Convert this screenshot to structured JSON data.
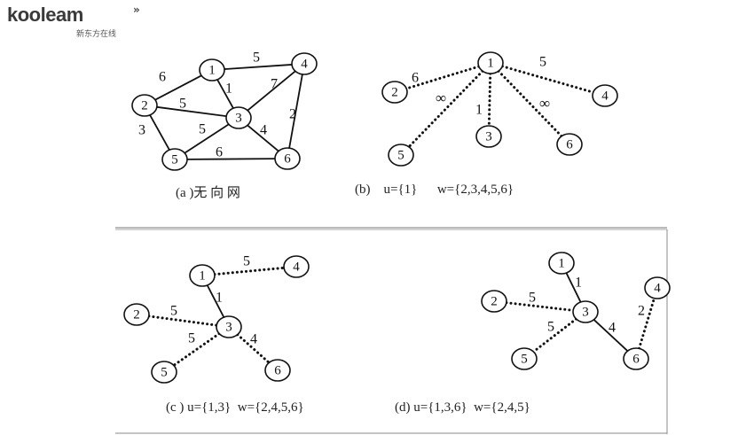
{
  "logo": {
    "wordmark": "kooleam",
    "subtitle": "新东方在线"
  },
  "panels": {
    "a": {
      "caption": "(a )无 向 网",
      "nodes": [
        "1",
        "2",
        "3",
        "4",
        "5",
        "6"
      ],
      "edges": [
        {
          "from": "1",
          "to": "2",
          "weight": "6",
          "style": "solid"
        },
        {
          "from": "1",
          "to": "4",
          "weight": "5",
          "style": "solid"
        },
        {
          "from": "1",
          "to": "3",
          "weight": "1",
          "style": "solid"
        },
        {
          "from": "2",
          "to": "3",
          "weight": "5",
          "style": "solid"
        },
        {
          "from": "3",
          "to": "4",
          "weight": "7",
          "style": "solid"
        },
        {
          "from": "4",
          "to": "6",
          "weight": "2",
          "style": "solid"
        },
        {
          "from": "2",
          "to": "5",
          "weight": "3",
          "style": "solid"
        },
        {
          "from": "3",
          "to": "5",
          "weight": "5",
          "style": "solid"
        },
        {
          "from": "3",
          "to": "6",
          "weight": "4",
          "style": "solid"
        },
        {
          "from": "5",
          "to": "6",
          "weight": "6",
          "style": "solid"
        }
      ]
    },
    "b": {
      "caption": "(b)    u={1}      w={2,3,4,5,6}",
      "nodes": [
        "1",
        "2",
        "3",
        "4",
        "5",
        "6"
      ],
      "edges": [
        {
          "from": "1",
          "to": "2",
          "weight": "6",
          "style": "dotted"
        },
        {
          "from": "1",
          "to": "4",
          "weight": "5",
          "style": "dotted"
        },
        {
          "from": "1",
          "to": "3",
          "weight": "1",
          "style": "dotted"
        },
        {
          "from": "1",
          "to": "5",
          "weight": "∞",
          "style": "dotted"
        },
        {
          "from": "1",
          "to": "6",
          "weight": "∞",
          "style": "dotted"
        }
      ]
    },
    "c": {
      "caption": "(c ) u={1,3}  w={2,4,5,6}",
      "nodes": [
        "1",
        "2",
        "3",
        "4",
        "5",
        "6"
      ],
      "edges": [
        {
          "from": "1",
          "to": "4",
          "weight": "5",
          "style": "dotted"
        },
        {
          "from": "1",
          "to": "3",
          "weight": "1",
          "style": "solid"
        },
        {
          "from": "2",
          "to": "3",
          "weight": "5",
          "style": "dotted"
        },
        {
          "from": "3",
          "to": "5",
          "weight": "5",
          "style": "dotted"
        },
        {
          "from": "3",
          "to": "6",
          "weight": "4",
          "style": "dotted"
        }
      ]
    },
    "d": {
      "caption": "(d) u={1,3,6}  w={2,4,5}",
      "nodes": [
        "1",
        "2",
        "3",
        "4",
        "5",
        "6"
      ],
      "edges": [
        {
          "from": "1",
          "to": "3",
          "weight": "1",
          "style": "solid"
        },
        {
          "from": "2",
          "to": "3",
          "weight": "5",
          "style": "dotted"
        },
        {
          "from": "3",
          "to": "5",
          "weight": "5",
          "style": "dotted"
        },
        {
          "from": "3",
          "to": "6",
          "weight": "4",
          "style": "solid"
        },
        {
          "from": "6",
          "to": "4",
          "weight": "2",
          "style": "dotted"
        }
      ]
    }
  }
}
